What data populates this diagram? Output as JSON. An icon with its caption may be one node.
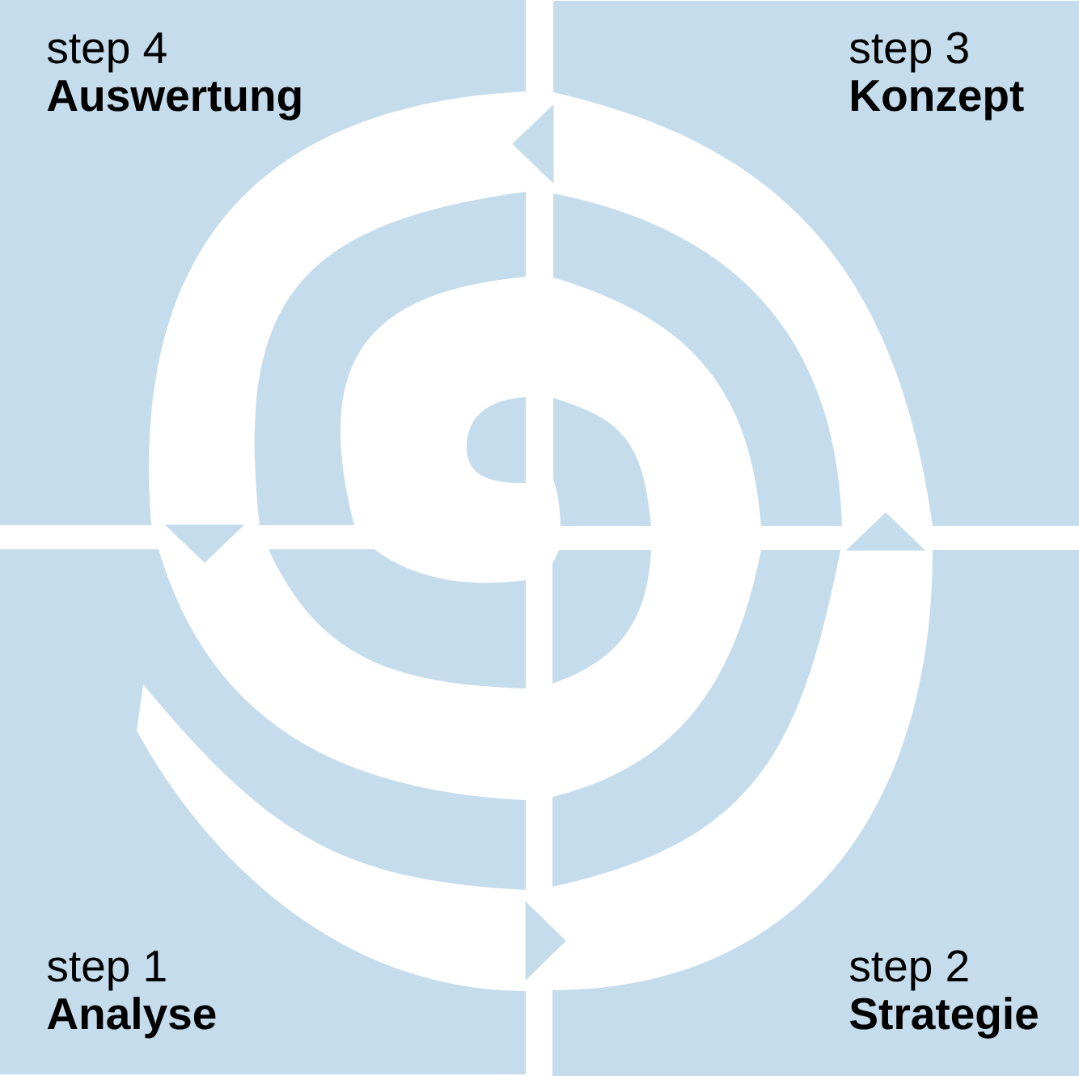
{
  "diagram": {
    "nodes": [
      {
        "text": [
          "step 4",
          "Auswertung"
        ]
      },
      {
        "text": [
          "step 3",
          "Konzept"
        ]
      },
      {
        "text": [
          "step 1",
          "Analyse"
        ]
      },
      {
        "text": [
          "step 2",
          "Strategie"
        ]
      }
    ],
    "edges": [
      {
        "from": 2,
        "to": 3,
        "arrow": "to"
      },
      {
        "from": 3,
        "to": 1,
        "arrow": "to"
      },
      {
        "from": 1,
        "to": 0,
        "arrow": "to"
      },
      {
        "from": 0,
        "to": 2,
        "arrow": "to"
      }
    ]
  }
}
